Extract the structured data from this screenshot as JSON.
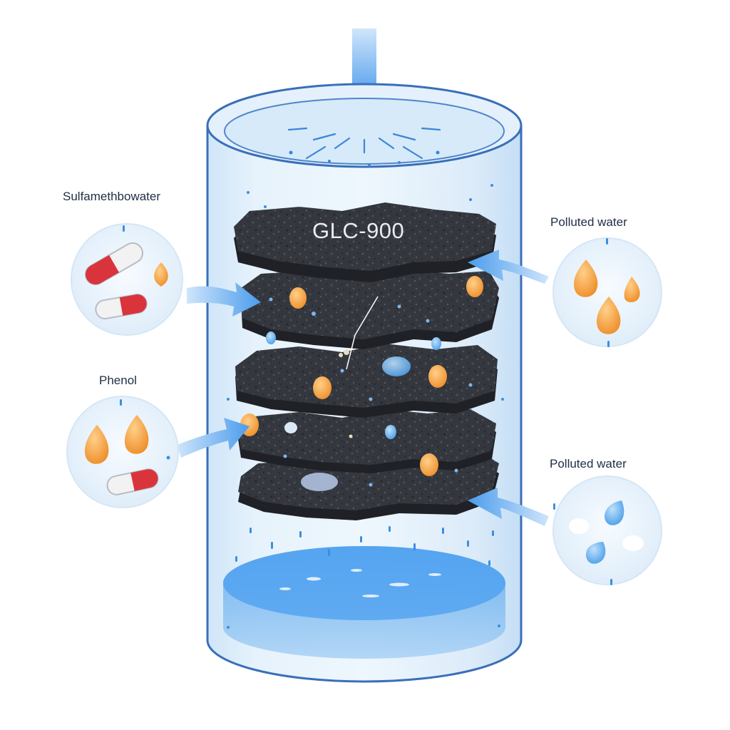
{
  "diagram": {
    "material_label": "GLC-900",
    "labels": {
      "sulfamethoxazole": "Sulfamethbowater",
      "phenol": "Phenol",
      "polluted_water_top": "Polluted water",
      "polluted_water_bottom": "Polluted water"
    },
    "colors": {
      "water_blue": "#8fc4ee",
      "arrow_blue": "#5aa6ec",
      "carbon_dark": "#2e3138",
      "droplet_orange": "#f0a040",
      "capsule_red": "#d9343c",
      "text_dark": "#1f2e45"
    },
    "icons": [
      "capsule-icon",
      "orange-droplet-icon",
      "blue-droplet-icon",
      "downward-arrow-icon",
      "inflow-arrow-icon"
    ]
  }
}
